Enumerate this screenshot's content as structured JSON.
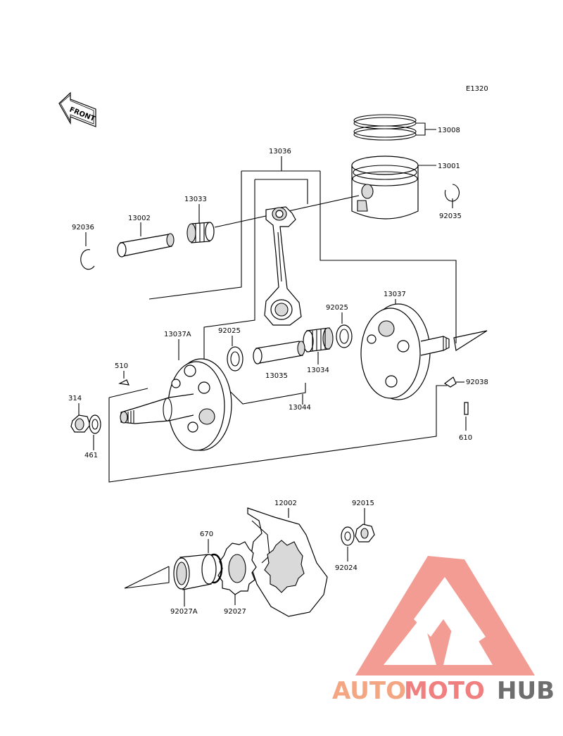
{
  "diagram_code": "E1320",
  "front_label": "FRONT",
  "parts": {
    "p13008": "13008",
    "p13001": "13001",
    "p13036": "13036",
    "p13033": "13033",
    "p13002": "13002",
    "p92036": "92036",
    "p92035": "92035",
    "p13037": "13037",
    "p92025a": "92025",
    "p92025b": "92025",
    "p13037A": "13037A",
    "p510": "510",
    "p13035": "13035",
    "p13034": "13034",
    "p13044": "13044",
    "p92038": "92038",
    "p314": "314",
    "p461": "461",
    "p610": "610",
    "p12002": "12002",
    "p92015": "92015",
    "p670": "670",
    "p92024": "92024",
    "p92027A": "92027A",
    "p92027": "92027"
  },
  "watermark": {
    "part1": "AUTO",
    "part2": "MOTO",
    "part3": "HUB",
    "color1": "#f4a582",
    "color2": "#f08080",
    "color3": "#6e6e6e",
    "logo_color": "#f28b82"
  }
}
